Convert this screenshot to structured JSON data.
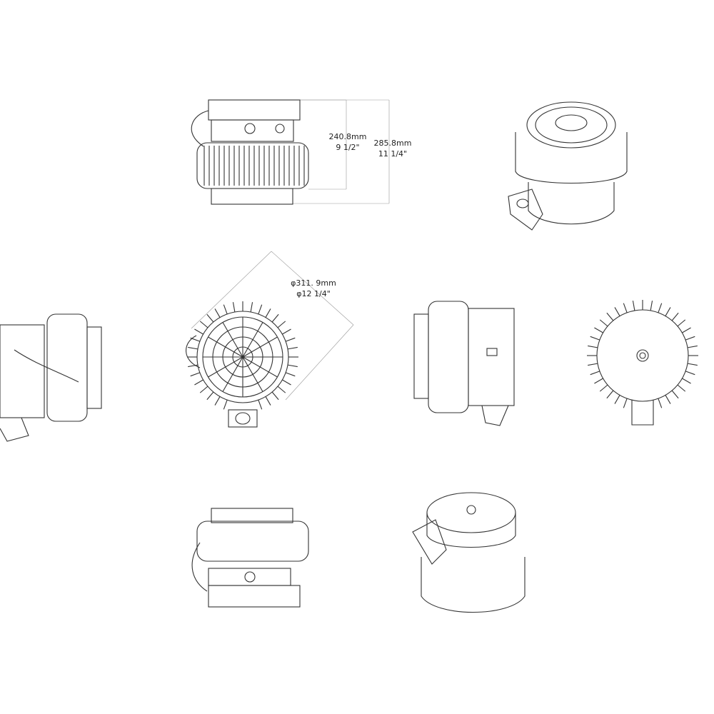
{
  "dimensions": {
    "height_body": {
      "metric": "240.8mm",
      "imperial": "9 1/2\""
    },
    "height_total": {
      "metric": "285.8mm",
      "imperial": "11 1/4\""
    },
    "diameter": {
      "metric": "φ311. 9mm",
      "imperial": "φ12 1/4\""
    }
  },
  "colors": {
    "line": "#333333",
    "dimension_line": "#999999",
    "background": "#ffffff"
  }
}
